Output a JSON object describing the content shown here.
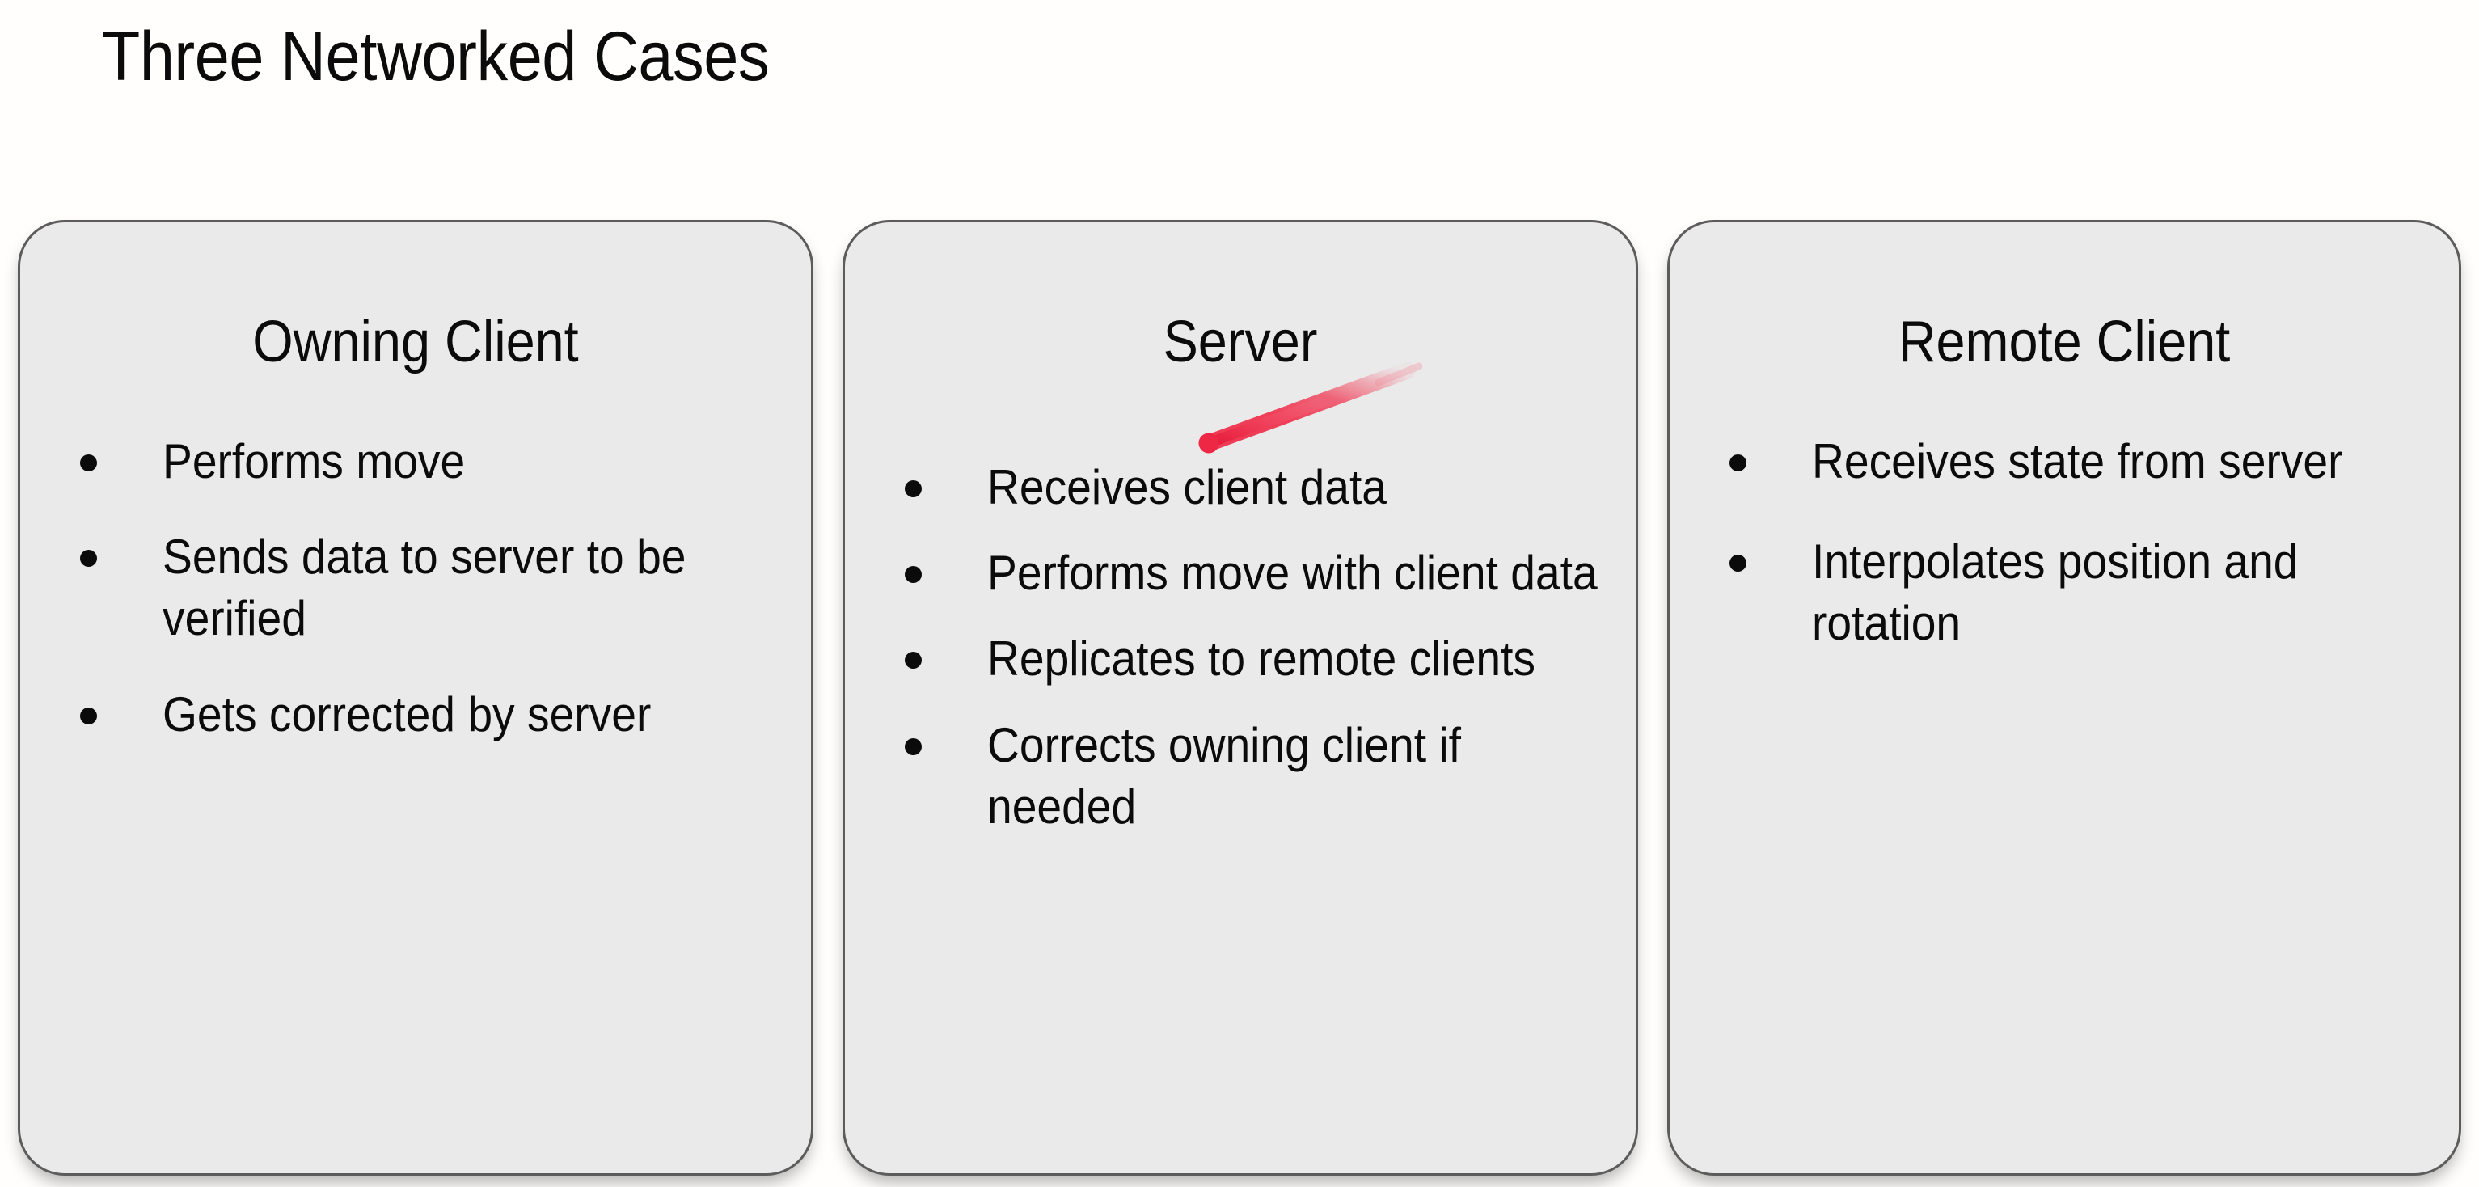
{
  "slide": {
    "title": "Three Networked Cases",
    "background_color": "#fffefc",
    "card_fill_color": "#eaeaea",
    "card_border_color": "#5c5c5c",
    "text_color": "#0b0b0b",
    "annotation_color": "#ef3b55"
  },
  "cards": [
    {
      "header": "Owning Client",
      "bullets": [
        "Performs move",
        "Sends data to server to be verified",
        "Gets corrected by server"
      ]
    },
    {
      "header": "Server",
      "bullets": [
        "Receives client data",
        "Performs move with client data",
        "Replicates to remote clients",
        "Corrects owning client if needed"
      ]
    },
    {
      "header": "Remote Client",
      "bullets": [
        "Receives state from server",
        "Interpolates position and rotation"
      ]
    }
  ],
  "annotation": {
    "type": "marker-stroke",
    "description": "red diagonal hand-drawn underline stroke beneath the Server heading",
    "color": "#ef3b55"
  }
}
